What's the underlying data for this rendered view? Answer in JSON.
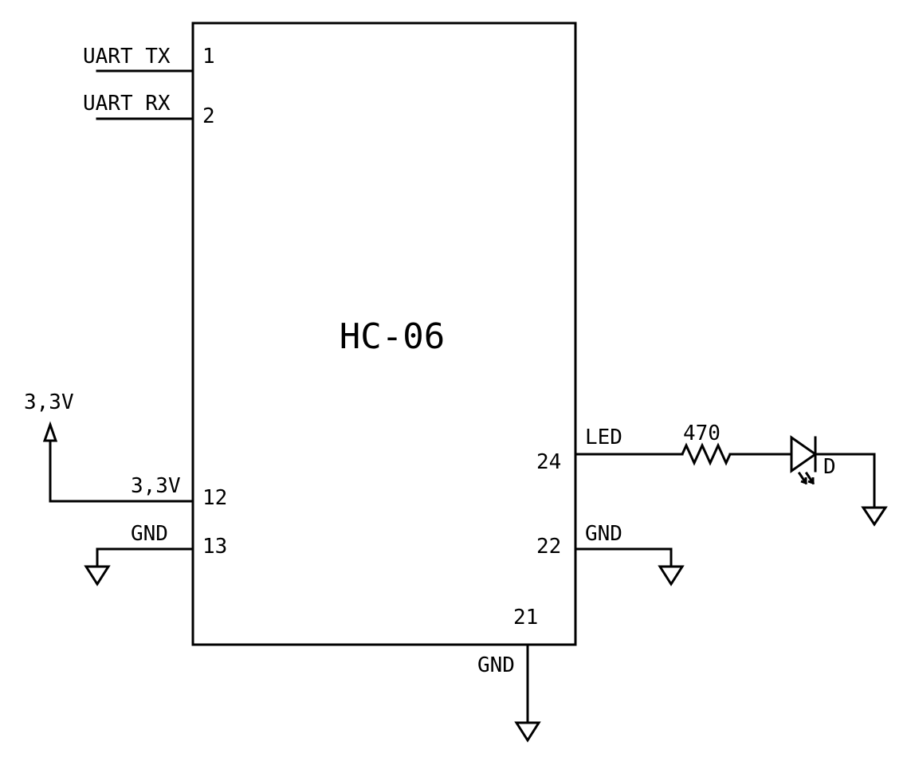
{
  "component": {
    "name": "HC-06"
  },
  "pins": {
    "p1": {
      "number": "1",
      "net": "UART TX"
    },
    "p2": {
      "number": "2",
      "net": "UART RX"
    },
    "p12": {
      "number": "12",
      "net": "3,3V"
    },
    "p13": {
      "number": "13",
      "net": "GND"
    },
    "p24": {
      "number": "24",
      "net": "LED"
    },
    "p22": {
      "number": "22",
      "net": "GND"
    },
    "p21": {
      "number": "21",
      "net": "GND"
    }
  },
  "power": {
    "supply_label": "3,3V"
  },
  "parts": {
    "resistor_value": "470",
    "led_ref": "D"
  }
}
